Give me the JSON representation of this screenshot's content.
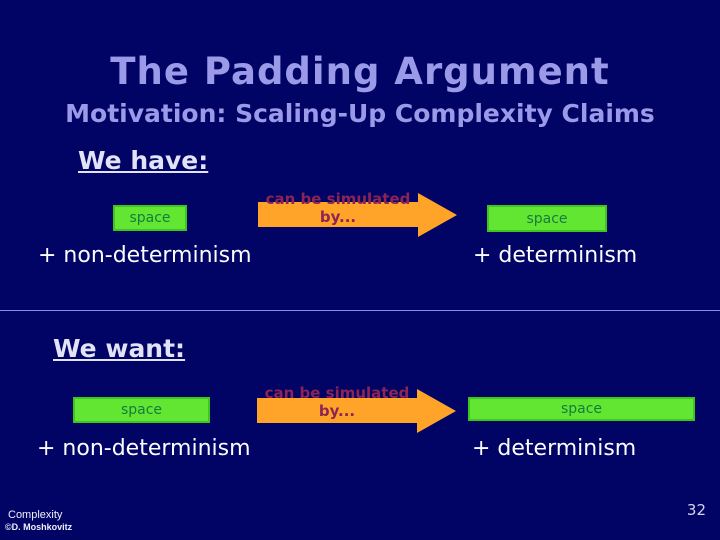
{
  "slide": {
    "title": "The Padding Argument",
    "subtitle": "Motivation: Scaling-Up Complexity Claims",
    "sections": {
      "have": {
        "heading": "We have:",
        "left_box_label": "space",
        "arrow_line1": "can be simulated",
        "arrow_line2": "by...",
        "right_box_label": "space",
        "left_label": "+ non-determinism",
        "right_label": "+ determinism"
      },
      "want": {
        "heading": "We want:",
        "left_box_label": "space",
        "arrow_line1": "can be simulated",
        "arrow_line2": "by...",
        "right_box_label": "space",
        "left_label": "+ non-determinism",
        "right_label": "+ determinism"
      }
    },
    "footer": {
      "course": "Complexity",
      "credit": "©D. Moshkovitz"
    },
    "page_number": "32"
  },
  "colors": {
    "background": "#010464",
    "heading_lavender": "#9a9ae8",
    "section_heading": "#e2e2f8",
    "body_text": "#fcfcff",
    "box_fill": "#63e632",
    "box_border": "#3fc520",
    "box_text": "#157c3e",
    "arrow_fill": "#ffa428",
    "arrow_text": "#8c2454",
    "divider": "#8a8ade",
    "page_number": "#d5d5ea"
  }
}
